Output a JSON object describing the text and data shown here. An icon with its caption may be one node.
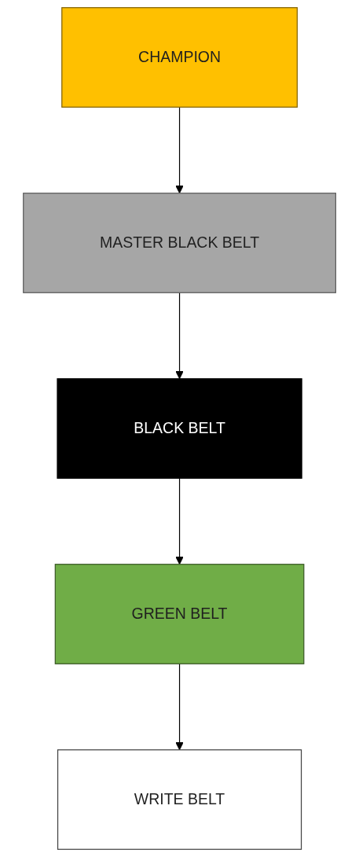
{
  "diagram": {
    "nodes": [
      {
        "text": [
          "CHAMPION"
        ]
      },
      {
        "text": [
          "MASTER BLACK BELT"
        ]
      },
      {
        "text": [
          "BLACK BELT"
        ]
      },
      {
        "text": [
          "GREEN BELT"
        ]
      },
      {
        "text": [
          "WRITE BELT"
        ]
      }
    ],
    "edges": [
      {
        "from": 0,
        "to": 1,
        "arrow": "to"
      },
      {
        "from": 1,
        "to": 2,
        "arrow": "to"
      },
      {
        "from": 2,
        "to": 3,
        "arrow": "to"
      },
      {
        "from": 3,
        "to": 4,
        "arrow": "to"
      }
    ]
  }
}
